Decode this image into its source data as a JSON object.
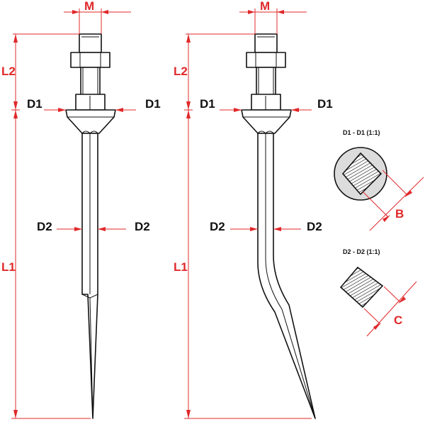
{
  "labels": {
    "M": "M",
    "L1": "L1",
    "L2": "L2",
    "D1": "D1",
    "D2": "D2",
    "B": "B",
    "C": "C"
  },
  "sections": {
    "d1": "D1 - D1 (1:1)",
    "d2": "D2 - D2 (1:1)"
  },
  "colors": {
    "dimension": "#e0282a",
    "outline": "#111111",
    "section_fill": "#dcdcdc"
  }
}
